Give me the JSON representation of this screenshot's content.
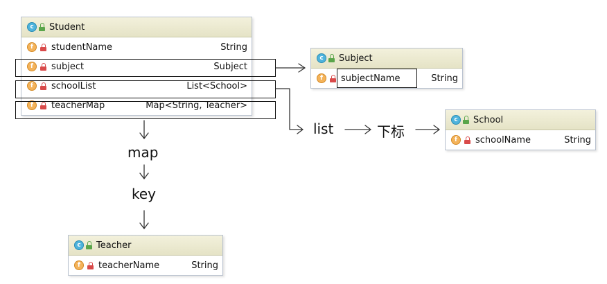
{
  "classes": {
    "student": {
      "name": "Student",
      "fields": [
        {
          "name": "studentName",
          "type": "String"
        },
        {
          "name": "subject",
          "type": "Subject"
        },
        {
          "name": "schoolList",
          "type": "List<School>"
        },
        {
          "name": "teacherMap",
          "type": "Map<String, Teacher>"
        }
      ]
    },
    "subject": {
      "name": "Subject",
      "fields": [
        {
          "name": "subjectName",
          "type": "String"
        }
      ]
    },
    "school": {
      "name": "School",
      "fields": [
        {
          "name": "schoolName",
          "type": "String"
        }
      ]
    },
    "teacher": {
      "name": "Teacher",
      "fields": [
        {
          "name": "teacherName",
          "type": "String"
        }
      ]
    }
  },
  "icons": {
    "class_icon_letter": "c",
    "field_icon_letter": "f"
  },
  "labels": {
    "list": "list",
    "index": "下标",
    "map": "map",
    "key": "key"
  },
  "colors": {
    "header_bg": "#e5e3c6",
    "class_icon": "#4eb3dc",
    "field_icon": "#f4b35a",
    "private_lock": "#d94a4a",
    "public_lock": "#5aa54a"
  }
}
